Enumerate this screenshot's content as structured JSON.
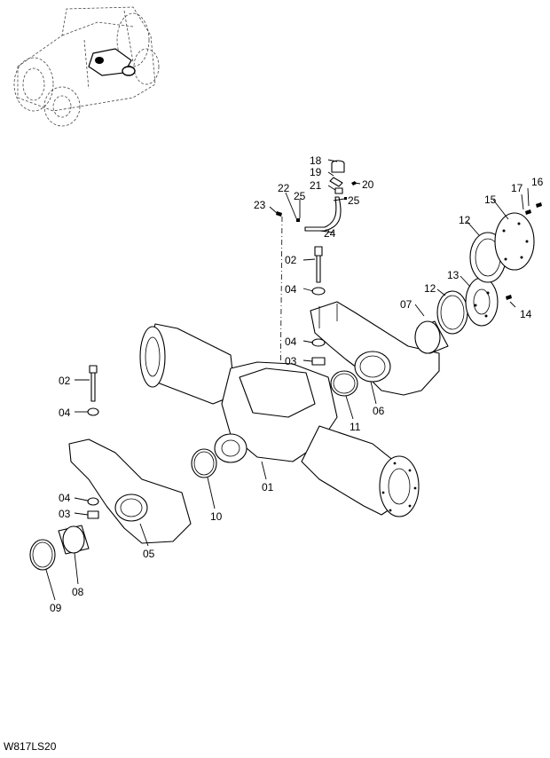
{
  "drawing_code": "W817LS20",
  "callouts": [
    {
      "id": "c18",
      "text": "18"
    },
    {
      "id": "c19",
      "text": "19"
    },
    {
      "id": "c20",
      "text": "20"
    },
    {
      "id": "c21",
      "text": "21"
    },
    {
      "id": "c22",
      "text": "22"
    },
    {
      "id": "c25a",
      "text": "25"
    },
    {
      "id": "c25b",
      "text": "25"
    },
    {
      "id": "c23",
      "text": "23"
    },
    {
      "id": "c24",
      "text": "24"
    },
    {
      "id": "c17",
      "text": "17"
    },
    {
      "id": "c16",
      "text": "16"
    },
    {
      "id": "c15",
      "text": "15"
    },
    {
      "id": "c12a",
      "text": "12"
    },
    {
      "id": "c12b",
      "text": "12"
    },
    {
      "id": "c13",
      "text": "13"
    },
    {
      "id": "c14",
      "text": "14"
    },
    {
      "id": "c07",
      "text": "07"
    },
    {
      "id": "c02a",
      "text": "02"
    },
    {
      "id": "c04a",
      "text": "04"
    },
    {
      "id": "c04b",
      "text": "04"
    },
    {
      "id": "c03a",
      "text": "03"
    },
    {
      "id": "c06",
      "text": "06"
    },
    {
      "id": "c11",
      "text": "11"
    },
    {
      "id": "c02b",
      "text": "02"
    },
    {
      "id": "c04c",
      "text": "04"
    },
    {
      "id": "c01",
      "text": "01"
    },
    {
      "id": "c10",
      "text": "10"
    },
    {
      "id": "c04d",
      "text": "04"
    },
    {
      "id": "c03b",
      "text": "03"
    },
    {
      "id": "c05",
      "text": "05"
    },
    {
      "id": "c08",
      "text": "08"
    },
    {
      "id": "c09",
      "text": "09"
    }
  ]
}
